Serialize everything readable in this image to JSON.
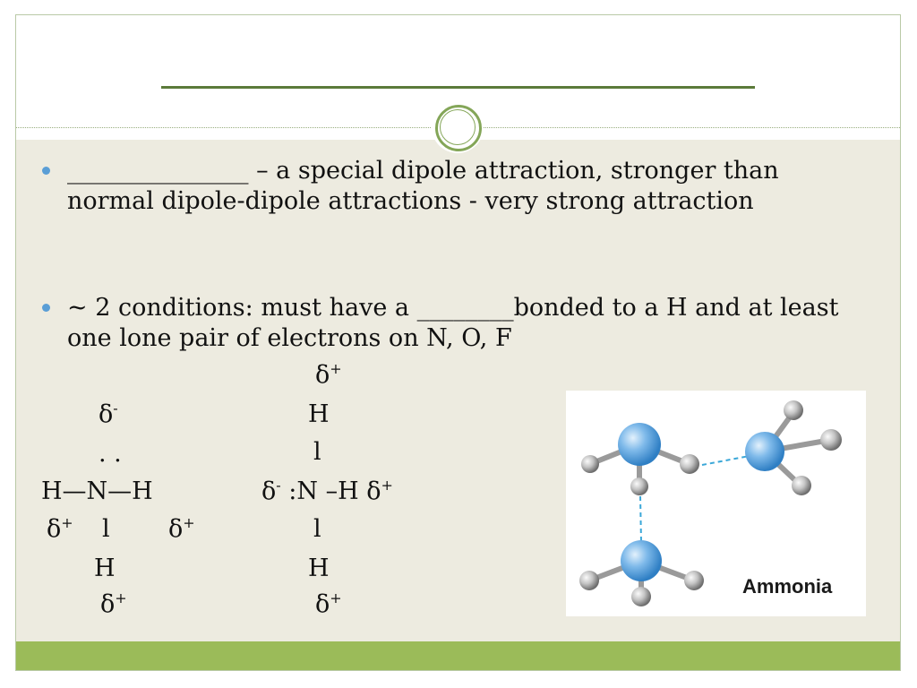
{
  "bullets": [
    {
      "blank": "_______________",
      "text": "– a special dipole attraction, stronger than normal dipole-dipole attractions  - very strong attraction"
    },
    {
      "pre": "~ 2 conditions:  must have a ",
      "blank": "________",
      "post": "bonded to a H and at least one lone pair of electrons on N, O, F"
    }
  ],
  "structure_left": {
    "delta_top": "δ",
    "delta_top_sign": "-",
    "lone_pair": ". .",
    "main": "H—N—H",
    "delta_left": "δ",
    "delta_left_sign": "+",
    "bond_down": "l",
    "delta_right": "δ",
    "delta_right_sign": "+",
    "h_bottom": "H",
    "delta_bottom": "δ",
    "delta_bottom_sign": "+"
  },
  "structure_right": {
    "delta_top": "δ",
    "delta_top_sign": "+",
    "h_top": "H",
    "bond_up": "l",
    "delta_n": "δ",
    "delta_n_sign": "-",
    "main": ":N –H δ",
    "main_sign": "+",
    "bond_down": "l",
    "h_bottom": "H",
    "delta_bottom": "δ",
    "delta_bottom_sign": "+"
  },
  "figure": {
    "label": "Ammonia"
  },
  "colors": {
    "accent_green": "#9bbb59",
    "title_line": "#5b7a3a",
    "bullet_blue": "#5a9ed6",
    "content_bg": "#edebe0",
    "nitrogen_blue": "#4f9fdf",
    "hydrogen_gray": "#bdbdbd"
  }
}
